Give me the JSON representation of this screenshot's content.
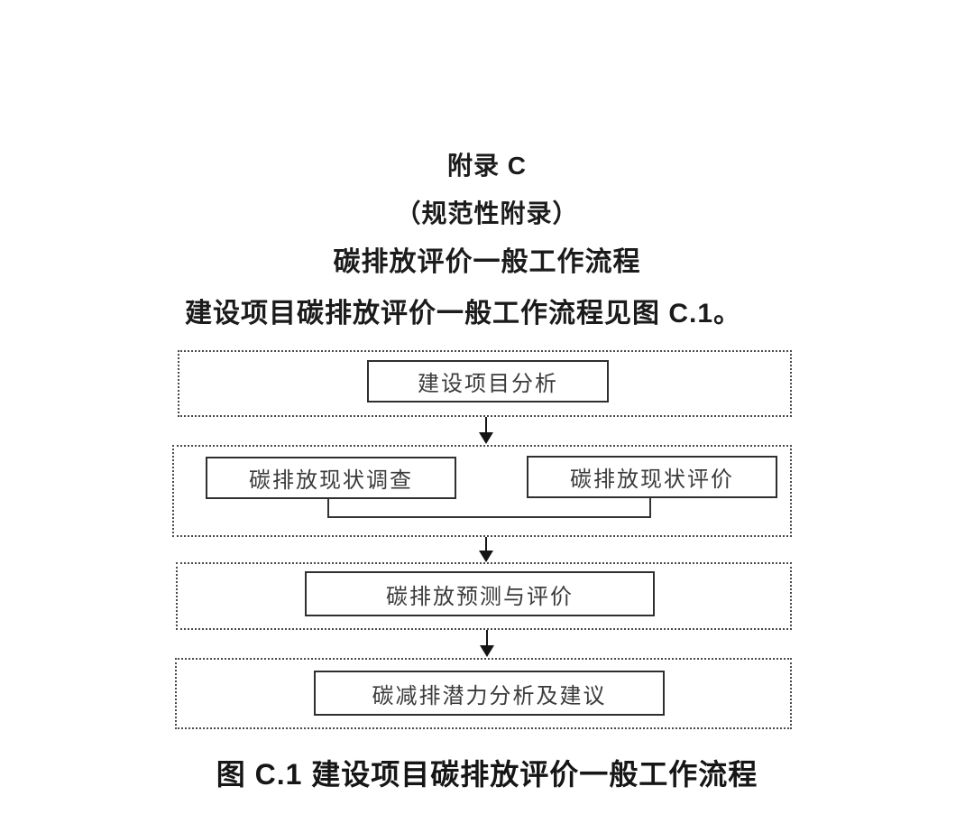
{
  "page": {
    "background": "#ffffff",
    "heading": {
      "appendix_label": "附录 C",
      "appendix_type": "（规范性附录）",
      "appendix_subject": "碳排放评价一般工作流程"
    },
    "intro_text": "建设项目碳排放评价一般工作流程见图 C.1。",
    "figure_caption": "图 C.1  建设项目碳排放评价一般工作流程"
  },
  "flowchart": {
    "type": "flowchart",
    "direction": "top-down",
    "stages": [
      {
        "boxes": [
          {
            "label": "建设项目分析"
          }
        ]
      },
      {
        "boxes": [
          {
            "label": "碳排放现状调查"
          },
          {
            "label": "碳排放现状评价"
          }
        ],
        "connector": "u-shape line joining bottoms of both boxes"
      },
      {
        "boxes": [
          {
            "label": "碳排放预测与评价"
          }
        ]
      },
      {
        "boxes": [
          {
            "label": "碳减排潜力分析及建议"
          }
        ]
      }
    ],
    "arrows": [
      {
        "from": "stage-1",
        "to": "stage-2"
      },
      {
        "from": "stage-2",
        "to": "stage-3"
      },
      {
        "from": "stage-3",
        "to": "stage-4"
      }
    ],
    "colors": {
      "heading_text": "#1b1b1b",
      "box_text": "#3b3b3b",
      "box_border": "#2f2f2f",
      "container_border_dotted": "#4a4a4a",
      "arrow": "#151515",
      "background": "#ffffff"
    }
  }
}
